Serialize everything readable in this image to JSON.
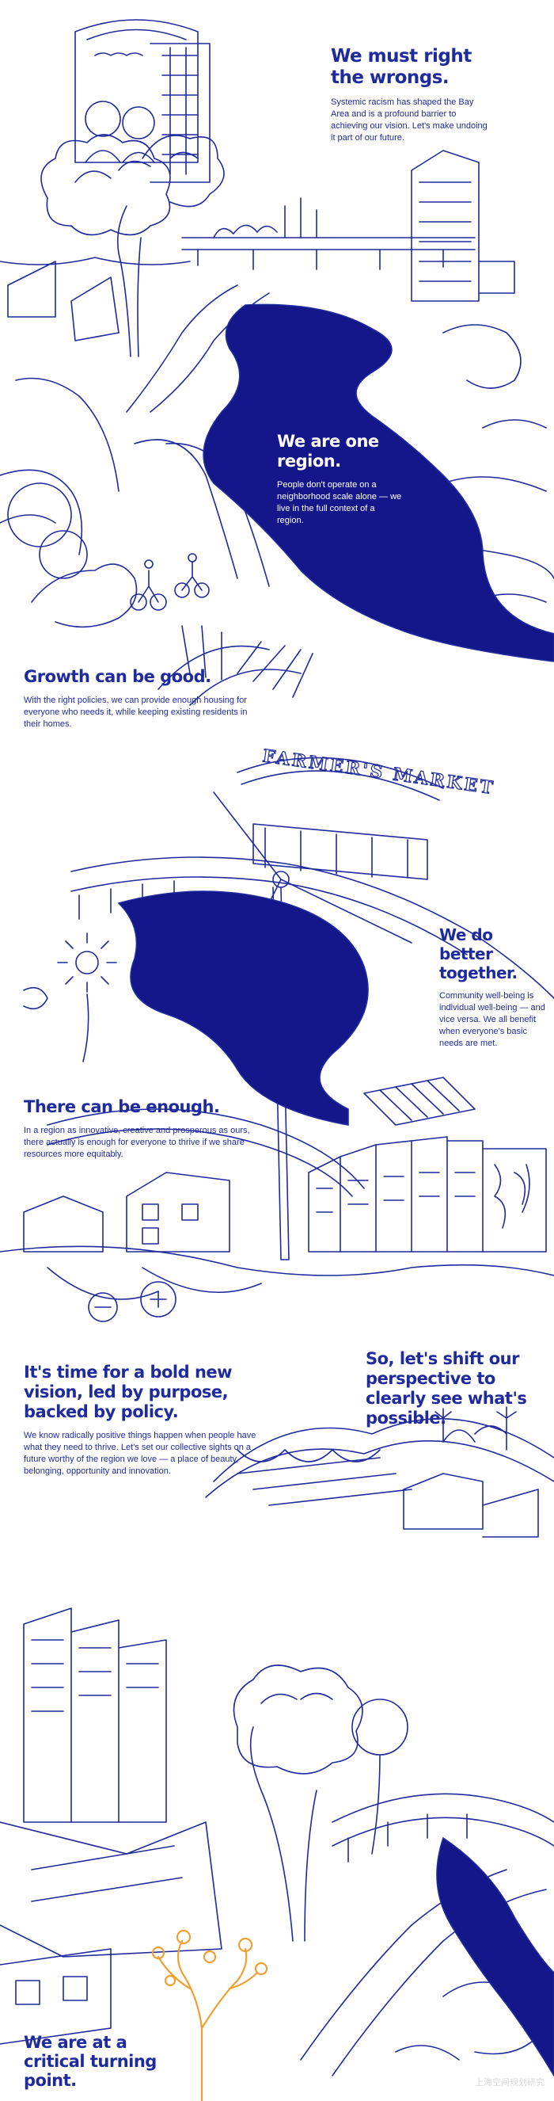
{
  "sections": {
    "wrongs": {
      "heading": "We must right the wrongs.",
      "body": "Systemic racism has shaped the Bay Area and is a profound barrier to achieving our vision. Let's make undoing it part of our future."
    },
    "one_region": {
      "heading": "We are one region.",
      "body": "People don't operate on a neighborhood scale alone — we live in the full context of a region."
    },
    "growth": {
      "heading": "Growth can be good.",
      "body": "With the right policies, we can provide enough housing for everyone who needs it, while keeping existing residents in their homes."
    },
    "together": {
      "heading": "We do better together.",
      "body": "Community well-being is individual well-being — and vice versa. We all benefit when everyone's basic needs are met."
    },
    "enough": {
      "heading": "There can be enough.",
      "body": "In a region as innovative, creative and prosperous as ours, there actually is enough for everyone to thrive if we share resources more equitably."
    },
    "bold_vision": {
      "heading": "It's time for a bold new vision, led by purpose, backed by policy.",
      "body": "We know radically positive things happen when people have what they need to thrive. Let's set our collective sights on a future worthy of the region we love — a place of beauty, belonging, opportunity and innovation."
    },
    "shift": {
      "heading": "So, let's shift our perspective to clearly see what's possible."
    },
    "turning_point": {
      "heading": "We are at a critical turning point."
    }
  },
  "illustration": {
    "market_sign": "FARMER'S MARKET"
  },
  "watermark": "上海空间规划研究",
  "colors": {
    "ink": "#1f2a9c",
    "river": "#14178a",
    "accent": "#f0a030",
    "background": "#ffffff"
  }
}
